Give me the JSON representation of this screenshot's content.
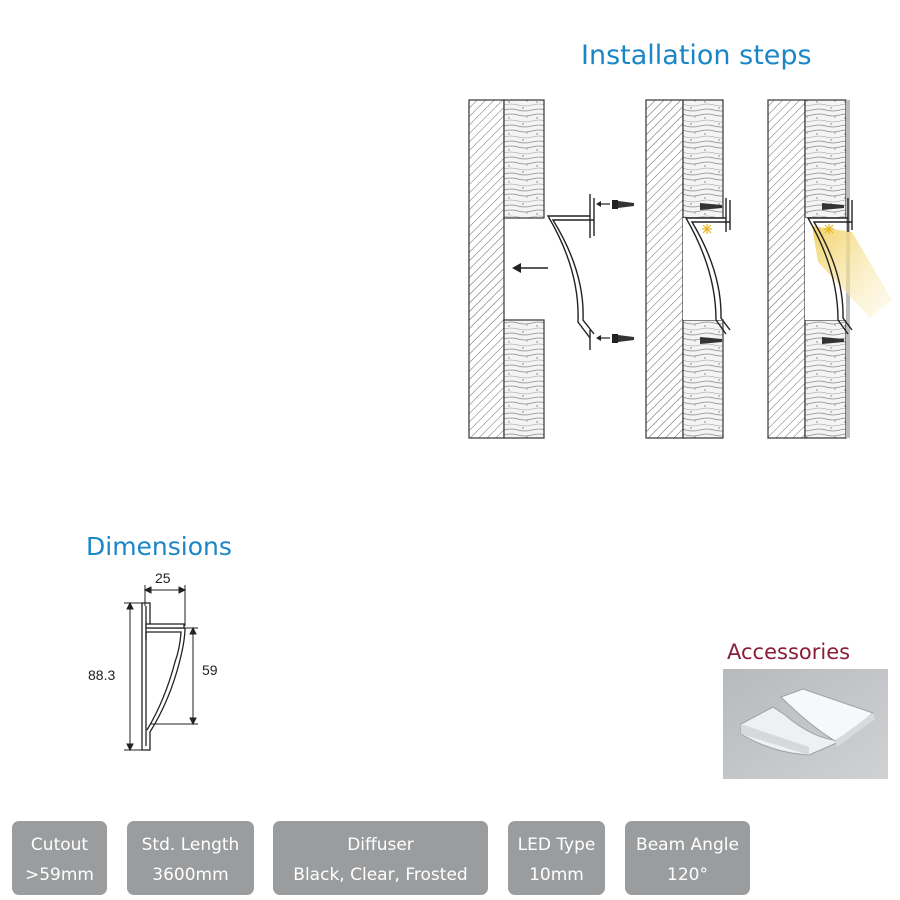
{
  "installation": {
    "title": "Installation steps"
  },
  "dimensions": {
    "title": "Dimensions",
    "width": "25",
    "height": "88.3",
    "cutout_depth": "59"
  },
  "accessories": {
    "title": "Accessories"
  },
  "specs": [
    {
      "label": "Cutout",
      "value": ">59mm"
    },
    {
      "label": "Std. Length",
      "value": "3600mm"
    },
    {
      "label": "Diffuser",
      "value": "Black, Clear, Frosted"
    },
    {
      "label": "LED Type",
      "value": "10mm"
    },
    {
      "label": "Beam Angle",
      "value": "120°"
    }
  ],
  "colors": {
    "heading_blue": "#1a86c8",
    "accessories_red": "#8b1c3c",
    "spec_box_grey": "#9a9c9e",
    "led_glow": "#f5d76e"
  }
}
